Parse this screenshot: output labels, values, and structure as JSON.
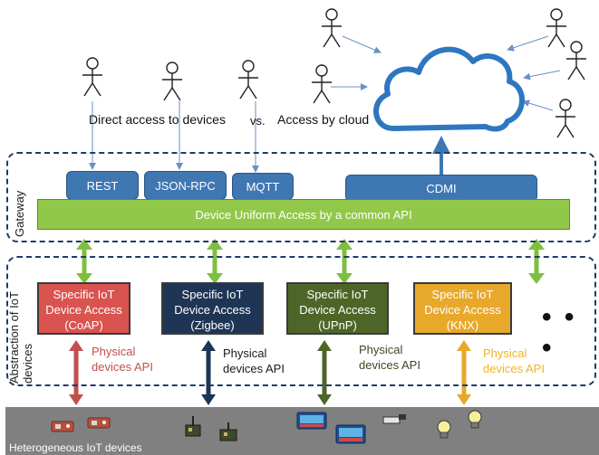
{
  "captions": {
    "direct": "Direct access to devices",
    "vs": "vs.",
    "cloud": "Access by cloud"
  },
  "zones": {
    "gateway_label": "Gateway",
    "abstraction_label": "Abstraction of IoT devices"
  },
  "gateway": {
    "protocols": [
      "REST",
      "JSON-RPC",
      "MQTT",
      "CDMI"
    ],
    "bus_label": "Device Uniform Access by a common API",
    "protocol_color": "#3f77b3",
    "bus_color": "#92c84a"
  },
  "abstraction": {
    "boxes": [
      {
        "line1": "Specific IoT",
        "line2": "Device Access",
        "line3": "(CoAP)",
        "color": "#d9534f"
      },
      {
        "line1": "Specific IoT",
        "line2": "Device Access",
        "line3": "(Zigbee)",
        "color": "#1f3556"
      },
      {
        "line1": "Specific IoT",
        "line2": "Device Access",
        "line3": "(UPnP)",
        "color": "#4d6627"
      },
      {
        "line1": "Specific IoT",
        "line2": "Device Access",
        "line3": "(KNX)",
        "color": "#e8a82a"
      }
    ],
    "more": "• • •"
  },
  "physical": [
    {
      "line1": "Physical",
      "line2": "devices API",
      "color": "#c0504d"
    },
    {
      "line1": "Physical",
      "line2": "devices API",
      "color": "#1a1a1a"
    },
    {
      "line1": "Physical",
      "line2": "devices API",
      "color": "#3a4a1e"
    },
    {
      "line1": "Physical",
      "line2": "devices API",
      "color": "#f0b323"
    }
  ],
  "ground": {
    "label": "Heterogeneous IoT devices",
    "color": "#808080"
  },
  "icons": {
    "user": "stick-figure-icon",
    "cloud": "cloud-icon",
    "devices": [
      "sensor-board-icon",
      "sensor-board-icon",
      "zigbee-module-icon",
      "zigbee-module-icon",
      "upnp-device-icon",
      "upnp-device-icon",
      "knx-switch-icon",
      "light-bulb-icon",
      "light-bulb-icon"
    ]
  }
}
